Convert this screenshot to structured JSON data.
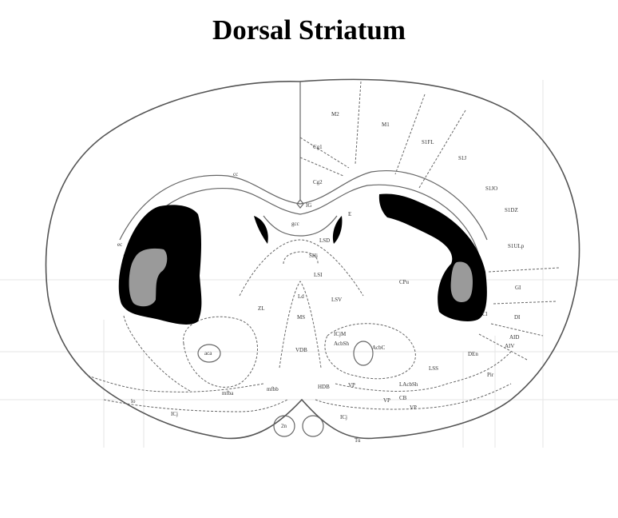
{
  "title": "Dorsal Striatum",
  "colors": {
    "lesion_core": "#9a9a9a",
    "lesion_extent": "#000000",
    "outline": "#555555",
    "background": "#ffffff"
  },
  "legend_semantics": {
    "black_fill": "maximum lesion extent",
    "gray_fill": "minimum lesion extent"
  },
  "labels": {
    "M2": "M2",
    "M1": "M1",
    "Cg1": "Cg1",
    "Cg2": "Cg2",
    "S1FL": "S1FL",
    "S1J": "S1J",
    "S1JO": "S1JO",
    "S1DZ": "S1DZ",
    "S1ULp": "S1ULp",
    "GI": "GI",
    "DI": "DI",
    "AID": "AID",
    "AIV": "AIV",
    "Cl": "Cl",
    "DEn": "DEn",
    "Pir": "Pir",
    "IG": "IG",
    "gcc": "gcc",
    "E": "E",
    "cc": "cc",
    "ec": "ec",
    "LSD": "LSD",
    "SHi": "SHi",
    "LSI": "LSI",
    "LSV": "LSV",
    "Ld": "Ld",
    "MS": "MS",
    "VDB": "VDB",
    "HDB": "HDB",
    "ICjM": "ICjM",
    "AcbSh": "AcbSh",
    "AcbC": "AcbC",
    "aca": "aca",
    "VP": "VP",
    "LAcbSh": "LAcbSh",
    "LSS": "LSS",
    "CPu": "CPu",
    "Tu": "Tu",
    "mfba": "mfba",
    "mfbb": "mfbb",
    "ICj": "ICj",
    "lo": "lo",
    "2n": "2n",
    "ZL": "ZL",
    "VP2": "VP",
    "CB": "CB",
    "VP3": "VP",
    "ICjR": "ICj"
  }
}
